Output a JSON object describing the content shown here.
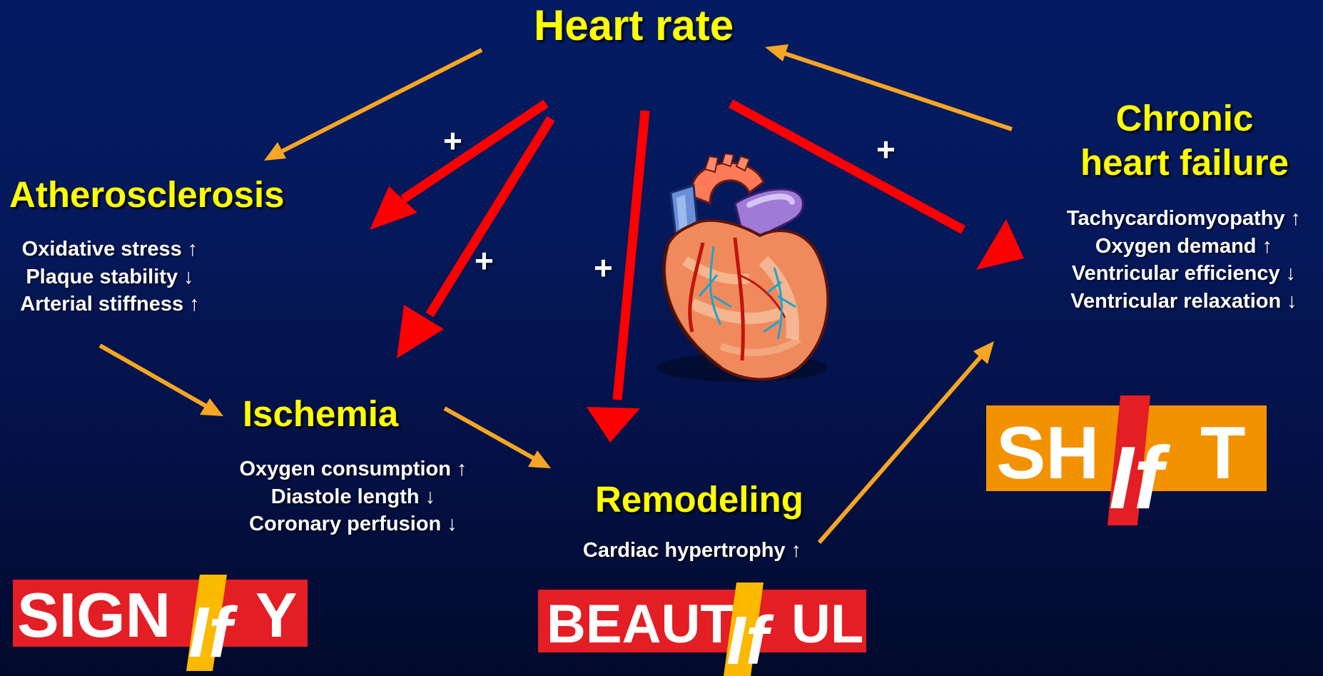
{
  "diagram": {
    "hub": {
      "label": "Heart rate"
    },
    "nodes": {
      "atherosclerosis": {
        "label": "Atherosclerosis",
        "effects": [
          "Oxidative stress ↑",
          "Plaque stability ↓",
          "Arterial stiffness ↑"
        ]
      },
      "ischemia": {
        "label": "Ischemia",
        "effects": [
          "Oxygen consumption ↑",
          "Diastole length ↓",
          "Coronary perfusion ↓"
        ]
      },
      "remodeling": {
        "label": "Remodeling",
        "effects": [
          "Cardiac hypertrophy ↑"
        ]
      },
      "chronic_heart_failure": {
        "label_line1": "Chronic",
        "label_line2": "heart failure",
        "effects": [
          "Tachycardiomyopathy ↑",
          "Oxygen demand ↑",
          "Ventricular efficiency ↓",
          "Ventricular relaxation ↓"
        ]
      }
    },
    "edge_sign": "+",
    "edges": [
      {
        "from": "Heart rate",
        "to": "Atherosclerosis",
        "style": "thick-red",
        "sign": "+"
      },
      {
        "from": "Heart rate",
        "to": "Ischemia",
        "style": "thick-red",
        "sign": "+"
      },
      {
        "from": "Heart rate",
        "to": "Remodeling",
        "style": "thick-red",
        "sign": "+"
      },
      {
        "from": "Heart rate",
        "to": "Chronic heart failure",
        "style": "thick-red",
        "sign": "+"
      },
      {
        "from": "Heart rate",
        "to": "Atherosclerosis",
        "style": "thin-orange"
      },
      {
        "from": "Atherosclerosis",
        "to": "Ischemia",
        "style": "thin-orange"
      },
      {
        "from": "Ischemia",
        "to": "Remodeling",
        "style": "thin-orange"
      },
      {
        "from": "Remodeling",
        "to": "Chronic heart failure",
        "style": "thin-orange"
      },
      {
        "from": "Chronic heart failure",
        "to": "Heart rate",
        "style": "thin-orange"
      }
    ],
    "image": {
      "subject": "anatomical heart illustration"
    }
  },
  "logos": {
    "signify": {
      "part1": "SIGN",
      "italic": "If",
      "part2": "Y"
    },
    "beautiful": {
      "part1": "BEAUT",
      "italic": "If",
      "part2": "UL"
    },
    "shift": {
      "part1": "SH",
      "italic": "If",
      "part2": "T"
    }
  },
  "colors": {
    "background_top": "#031b63",
    "background_bottom": "#020a2c",
    "title_yellow": "#ffff00",
    "effect_text": "#ffffff",
    "causal_arrow_red": "#ff0000",
    "secondary_arrow_orange": "#f5a623",
    "signify_red": "#e31e24",
    "shift_orange": "#f39200",
    "logo_yellow": "#fbb900"
  },
  "icons": [
    "heart-illustration-icon",
    "causal-arrow-icon",
    "orange-arrow-icon"
  ]
}
